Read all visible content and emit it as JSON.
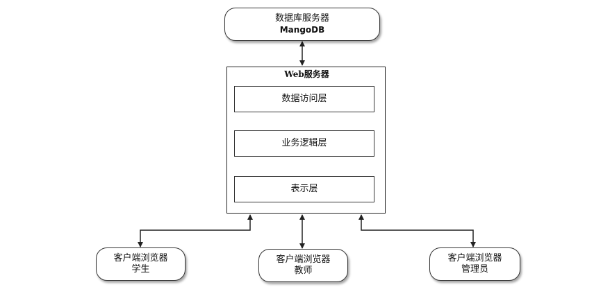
{
  "db_server": {
    "line1": "数据库服务器",
    "line2": "MangoDB"
  },
  "web_server": {
    "title": "Web服务器",
    "layers": {
      "data_access": "数据访问层",
      "business_logic": "业务逻辑层",
      "presentation": "表示层"
    }
  },
  "clients": {
    "student": {
      "line1": "客户端浏览器",
      "line2": "学生"
    },
    "teacher": {
      "line1": "客户端浏览器",
      "line2": "教师"
    },
    "admin": {
      "line1": "客户端浏览器",
      "line2": "管理员"
    }
  },
  "colors": {
    "border": "#333333",
    "shadow": "#888888"
  }
}
